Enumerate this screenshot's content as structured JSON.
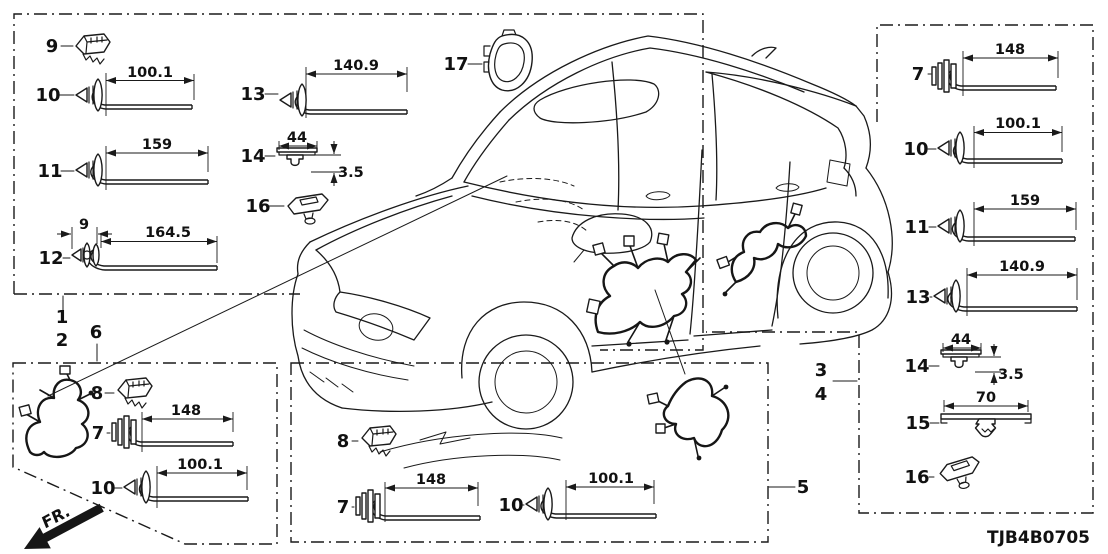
{
  "figure_code": "TJB4B0705",
  "fr_label": "FR.",
  "region_labels": {
    "r1": "1",
    "r2": "2",
    "r3": "3",
    "r4": "4",
    "r5": "5",
    "r6": "6"
  },
  "boxes": {
    "top_left": {
      "items": [
        {
          "id": "9"
        },
        {
          "id": "10",
          "length": "100.1"
        },
        {
          "id": "11",
          "length": "159"
        },
        {
          "id": "12",
          "width": "9",
          "length": "164.5"
        },
        {
          "id": "13",
          "length": "140.9"
        },
        {
          "id": "14",
          "width": "44",
          "height": "3.5"
        },
        {
          "id": "16"
        },
        {
          "id": "17"
        }
      ]
    },
    "top_right": {
      "items": [
        {
          "id": "7",
          "length": "148"
        },
        {
          "id": "10",
          "length": "100.1"
        },
        {
          "id": "11",
          "length": "159"
        },
        {
          "id": "13",
          "length": "140.9"
        },
        {
          "id": "14",
          "width": "44",
          "height": "3.5"
        },
        {
          "id": "15",
          "length": "70"
        },
        {
          "id": "16"
        }
      ]
    },
    "bottom_left": {
      "items": [
        {
          "id": "8"
        },
        {
          "id": "7",
          "length": "148"
        },
        {
          "id": "10",
          "length": "100.1"
        }
      ]
    },
    "bottom_middle": {
      "items": [
        {
          "id": "8"
        },
        {
          "id": "7",
          "length": "148"
        },
        {
          "id": "10",
          "length": "100.1"
        }
      ]
    }
  }
}
